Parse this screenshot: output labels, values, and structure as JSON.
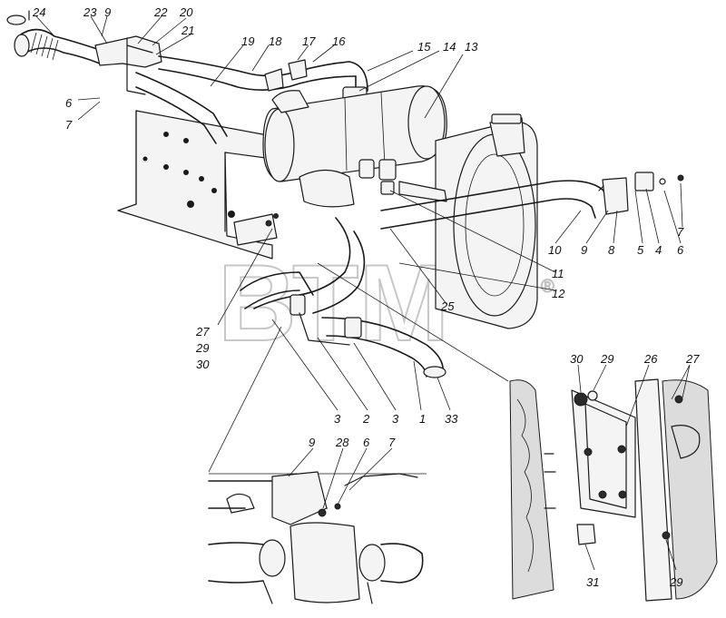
{
  "watermark": {
    "text": "ВТМ",
    "mark": "®"
  },
  "callouts": {
    "c24": "24",
    "c23": "23",
    "c9a": "9",
    "c22": "22",
    "c20": "20",
    "c21": "21",
    "c19": "19",
    "c18": "18",
    "c17": "17",
    "c16": "16",
    "c15": "15",
    "c14": "14",
    "c13": "13",
    "c6a": "6",
    "c7a": "7",
    "c10": "10",
    "c9b": "9",
    "c8": "8",
    "c5": "5",
    "c4": "4",
    "c6b": "6",
    "c7b": "7",
    "c11": "11",
    "c12": "12",
    "c25": "25",
    "c27a": "27",
    "c29a": "29",
    "c30a": "30",
    "c3a": "3",
    "c2": "2",
    "c3b": "3",
    "c1": "1",
    "c33": "33",
    "c9c": "9",
    "c28": "28",
    "c6c": "6",
    "c7c": "7",
    "c30b": "30",
    "c29b": "29",
    "c26": "26",
    "c27b": "27",
    "c31": "31",
    "c29c": "29"
  }
}
